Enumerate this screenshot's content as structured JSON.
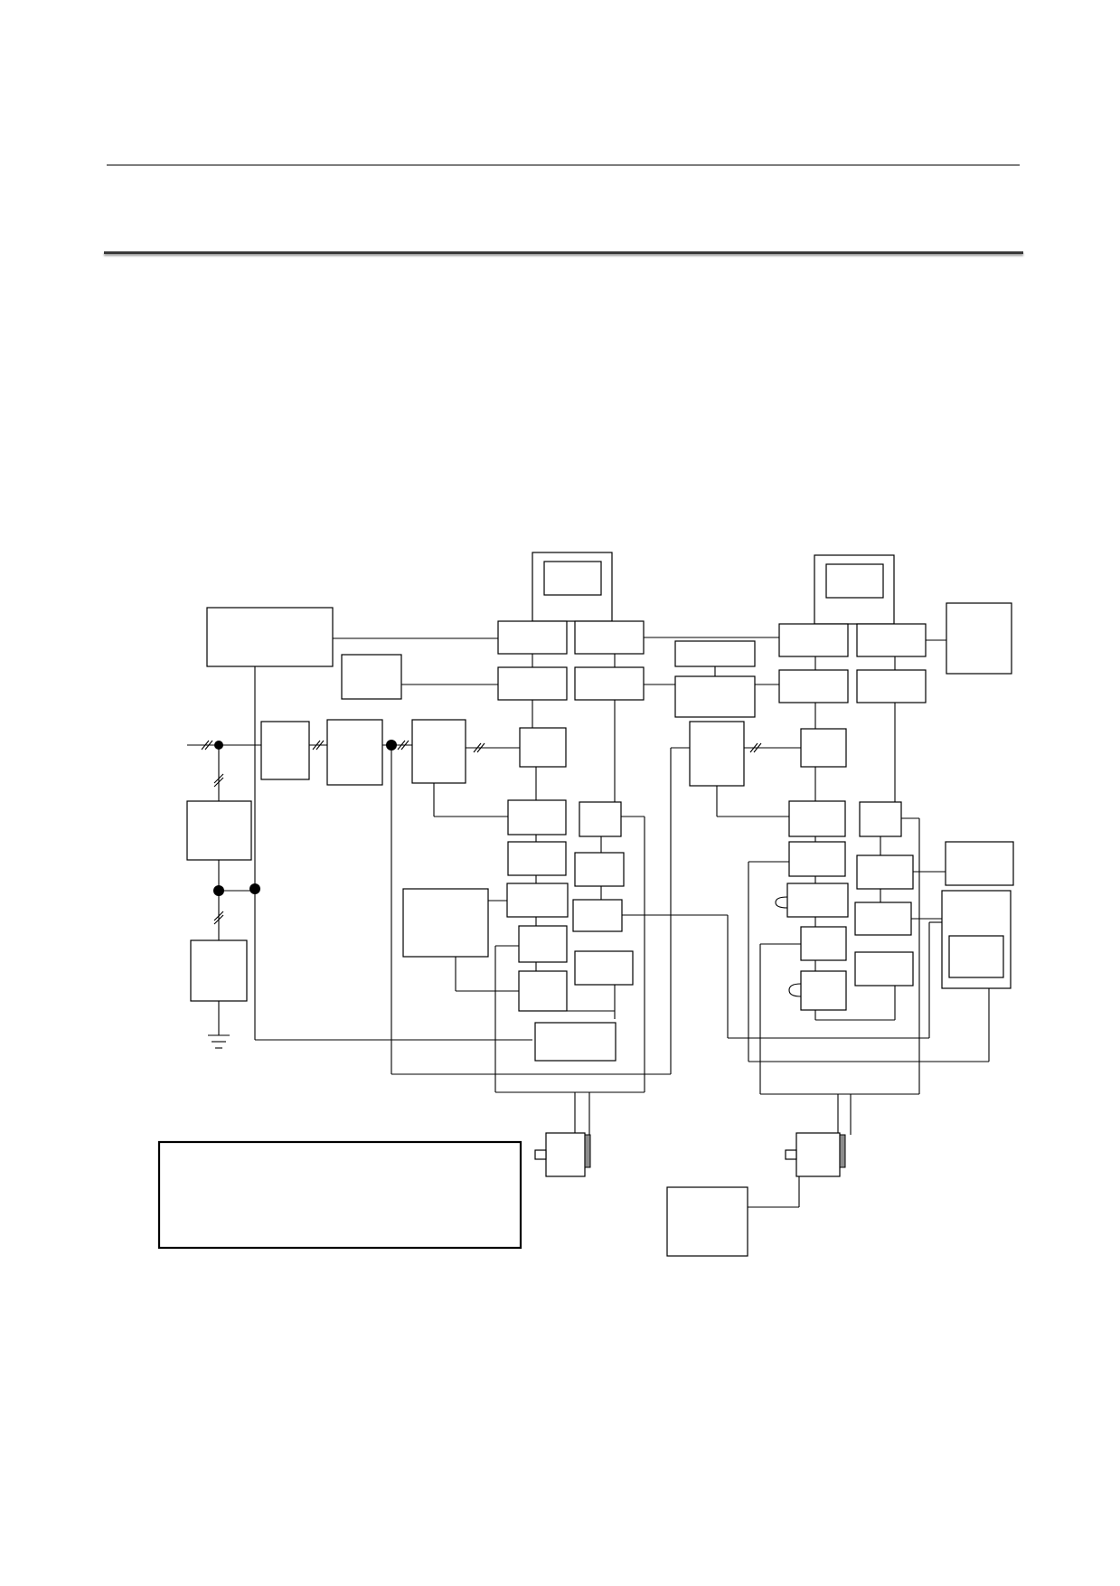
{
  "document": {
    "header_text": "",
    "figure_caption": ""
  },
  "diagram": {
    "boxes": [
      {
        "id": "upper-left-panel",
        "label": ""
      },
      {
        "id": "small-left-box",
        "label": ""
      },
      {
        "id": "grid-meter-box",
        "label": ""
      },
      {
        "id": "earth-box",
        "label": ""
      },
      {
        "id": "converter-1",
        "label": ""
      },
      {
        "id": "converter-2",
        "label": ""
      },
      {
        "id": "converter-3",
        "label": ""
      },
      {
        "id": "control-box-left",
        "label": ""
      },
      {
        "id": "bottom-center-box",
        "label": ""
      },
      {
        "id": "center-top-box",
        "label": ""
      },
      {
        "id": "center-mid-box",
        "label": ""
      },
      {
        "id": "right-converter",
        "label": ""
      },
      {
        "id": "upper-right-box",
        "label": ""
      },
      {
        "id": "right-side-box",
        "label": ""
      },
      {
        "id": "right-panel",
        "label": ""
      },
      {
        "id": "bottom-right-box",
        "label": ""
      },
      {
        "id": "legend-box",
        "label": ""
      }
    ]
  }
}
